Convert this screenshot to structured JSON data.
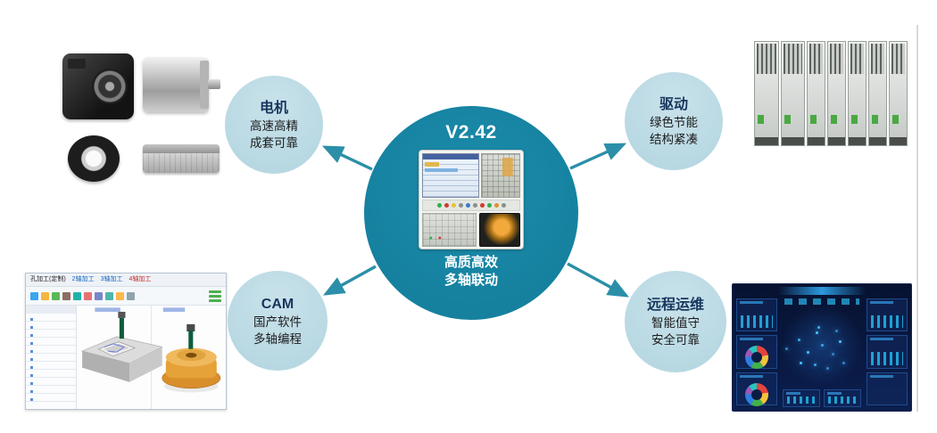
{
  "center": {
    "version": "V2.42",
    "captions": [
      "高质高效",
      "多轴联动"
    ]
  },
  "nodes": [
    {
      "id": "motor",
      "title": "电机",
      "lines": [
        "高速高精",
        "成套可靠"
      ]
    },
    {
      "id": "drive",
      "title": "驱动",
      "lines": [
        "绿色节能",
        "结构紧凑"
      ]
    },
    {
      "id": "cam",
      "title": "CAM",
      "lines": [
        "国产软件",
        "多轴编程"
      ]
    },
    {
      "id": "remote",
      "title": "远程运维",
      "lines": [
        "智能值守",
        "安全可靠"
      ]
    }
  ],
  "cam_window": {
    "tabs": [
      "孔加工(定制)",
      "2轴加工",
      "3轴加工",
      "4轴加工"
    ]
  },
  "colors": {
    "center_circle": "#15819f",
    "node_circle": "#b7d8e2",
    "node_title": "#17365d",
    "arrow": "#2b8fa9",
    "tab_blue": "#1565c0",
    "tab_red": "#c62828"
  }
}
